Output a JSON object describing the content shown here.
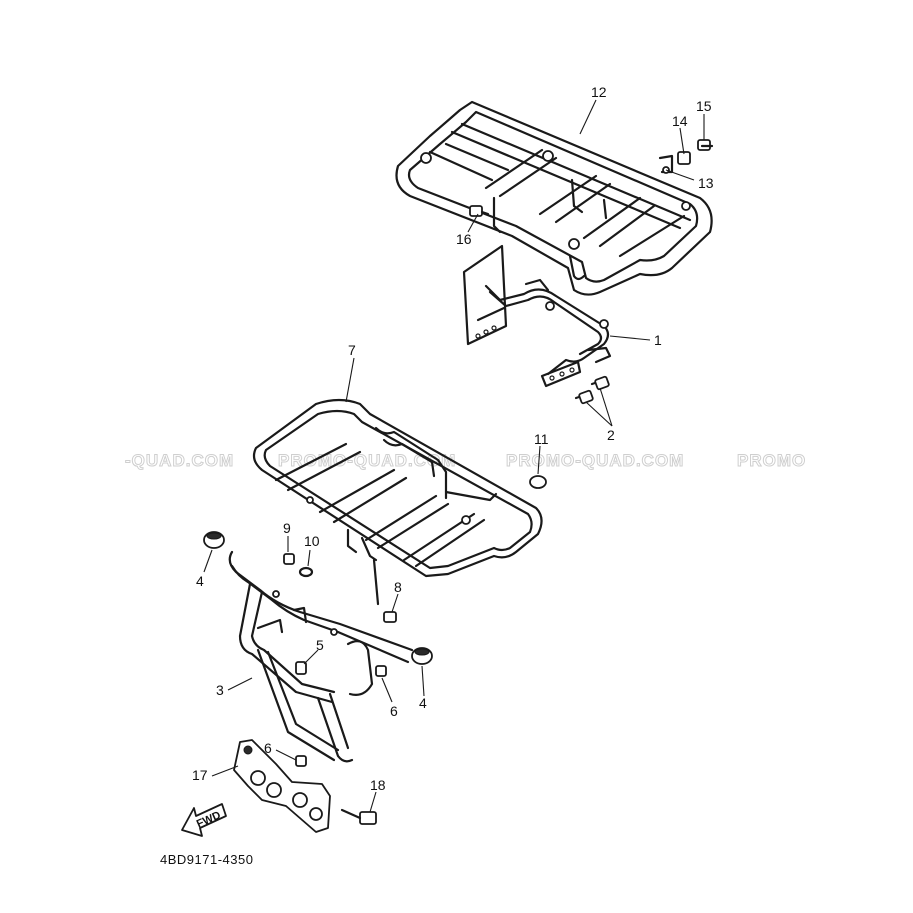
{
  "diagram": {
    "part_number": "4BD9171-4350",
    "direction_label": "FWD",
    "watermark_texts": [
      "-QUAD.COM",
      "PROMO-QUAD.COM",
      "PROMO-QUAD.COM",
      "PROMO"
    ],
    "callouts": {
      "c1": "1",
      "c2": "2",
      "c3": "3",
      "c4a": "4",
      "c4b": "4",
      "c5": "5",
      "c6a": "6",
      "c6b": "6",
      "c7": "7",
      "c8": "8",
      "c9": "9",
      "c10": "10",
      "c11": "11",
      "c12": "12",
      "c13": "13",
      "c14": "14",
      "c15": "15",
      "c16": "16",
      "c17": "17",
      "c18": "18"
    }
  }
}
